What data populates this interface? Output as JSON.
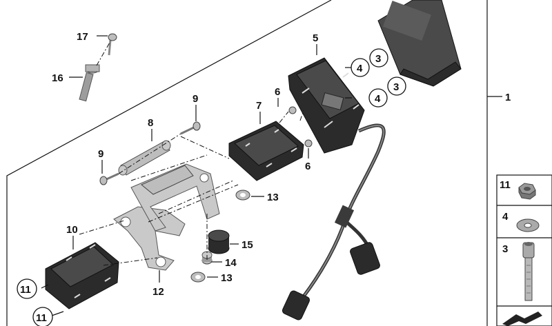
{
  "labels": {
    "l1": "1",
    "l3a": "3",
    "l3b": "3",
    "l4a": "4",
    "l4b": "4",
    "l5": "5",
    "l6a": "6",
    "l6b": "6",
    "l7": "7",
    "l8": "8",
    "l9a": "9",
    "l9b": "9",
    "l10": "10",
    "l11a": "11",
    "l11b": "11",
    "l12": "12",
    "l13a": "13",
    "l13b": "13",
    "l14": "14",
    "l15": "15",
    "l16": "16",
    "l17": "17"
  },
  "legend": {
    "item1": "11",
    "item2": "4",
    "item3": "3"
  }
}
